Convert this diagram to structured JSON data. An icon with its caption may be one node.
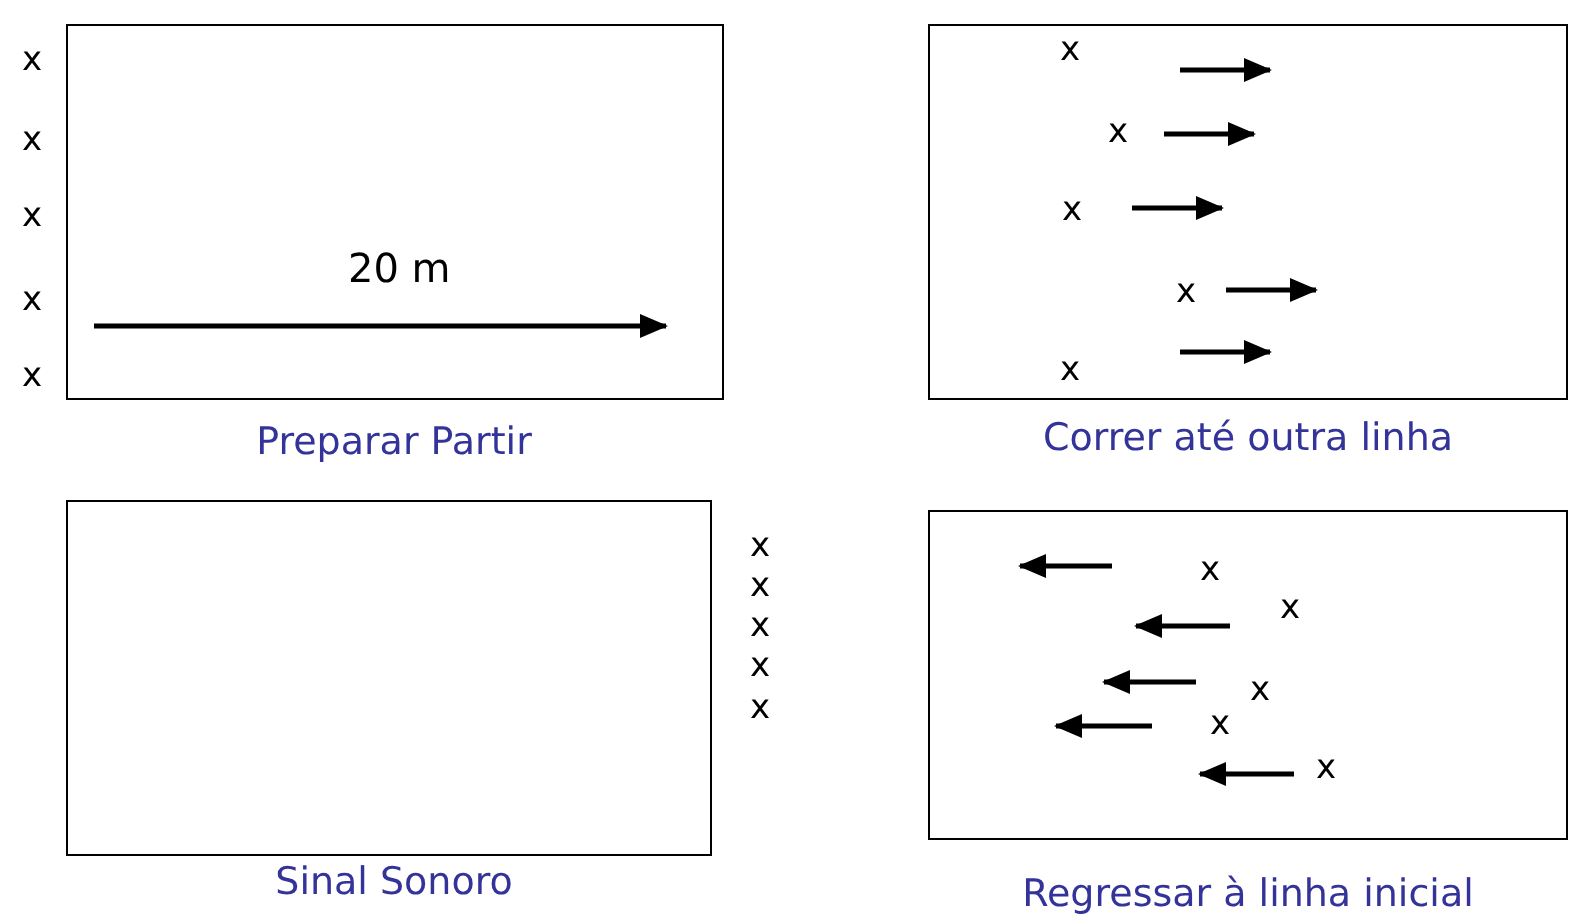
{
  "diagram": {
    "nodes": [
      {
        "text": [
          "Preparar Partir"
        ]
      },
      {
        "text": [
          "Correr até outra linha"
        ]
      },
      {
        "text": [
          "Sinal Sonoro"
        ]
      },
      {
        "text": [
          "Regressar à linha inicial"
        ]
      }
    ],
    "labels": [
      "x",
      "x",
      "x",
      "x",
      "x",
      "20 m",
      "x",
      "x",
      "x",
      "x",
      "x",
      "x",
      "x",
      "x",
      "x",
      "x",
      "x",
      "x",
      "x",
      "x",
      "x"
    ]
  }
}
